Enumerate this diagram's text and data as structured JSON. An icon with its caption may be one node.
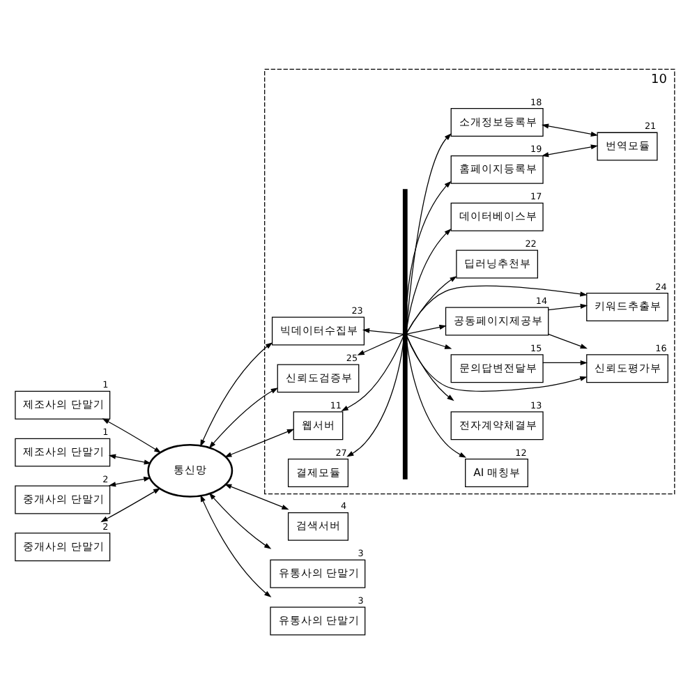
{
  "diagram": {
    "nodes": [
      {
        "text": [
          "10"
        ]
      },
      {
        "text": [
          "제조사의 단말기"
        ],
        "beside": [
          "1"
        ]
      },
      {
        "text": [
          "제조사의 단말기"
        ],
        "beside": [
          "1"
        ]
      },
      {
        "text": [
          "중개사의 단말기"
        ],
        "beside": [
          "2"
        ]
      },
      {
        "text": [
          "중개사의 단말기"
        ],
        "beside": [
          "2"
        ]
      },
      {
        "text": [
          "통신망"
        ]
      },
      {
        "text": [
          "검색서버"
        ],
        "beside": [
          "4"
        ]
      },
      {
        "text": [
          "유통사의 단말기"
        ],
        "beside": [
          "3"
        ]
      },
      {
        "text": [
          "유통사의 단말기"
        ],
        "beside": [
          "3"
        ]
      },
      {
        "text": [
          "웹서버"
        ],
        "beside": [
          "11"
        ],
        "in": 0
      },
      {
        "text": [
          "빅데이터수집부"
        ],
        "beside": [
          "23"
        ],
        "in": 0
      },
      {
        "text": [
          "신뢰도검증부"
        ],
        "beside": [
          "25"
        ],
        "in": 0
      },
      {
        "text": [
          "결제모듈"
        ],
        "beside": [
          "27"
        ],
        "in": 0
      },
      {
        "text": [],
        "shape": "bar",
        "in": 0
      },
      {
        "text": [
          "AI 매칭부"
        ],
        "beside": [
          "12"
        ],
        "in": 0
      },
      {
        "text": [
          "전자계약체결부"
        ],
        "beside": [
          "13"
        ],
        "in": 0
      },
      {
        "text": [
          "공동페이지제공부"
        ],
        "beside": [
          "14"
        ],
        "in": 0
      },
      {
        "text": [
          "문의답변전달부"
        ],
        "beside": [
          "15"
        ],
        "in": 0
      },
      {
        "text": [
          "소개정보등록부"
        ],
        "beside": [
          "18"
        ],
        "in": 0
      },
      {
        "text": [
          "홈페이지등록부"
        ],
        "beside": [
          "19"
        ],
        "in": 0
      },
      {
        "text": [
          "딥러닝추천부"
        ],
        "beside": [
          "22"
        ],
        "in": 0
      },
      {
        "text": [
          "데이터베이스부"
        ],
        "beside": [
          "17"
        ],
        "in": 0
      },
      {
        "text": [
          "키워드추출부"
        ],
        "beside": [
          "24"
        ],
        "in": 0
      },
      {
        "text": [
          "신뢰도평가부"
        ],
        "beside": [
          "16"
        ],
        "in": 0
      },
      {
        "text": [
          "번역모듈"
        ],
        "beside": [
          "21"
        ],
        "in": 0
      }
    ],
    "edges": [
      {
        "from": 1,
        "to": 5,
        "arrow": "both"
      },
      {
        "from": 2,
        "to": 5,
        "arrow": "both"
      },
      {
        "from": 3,
        "to": 5,
        "arrow": "both"
      },
      {
        "from": 4,
        "to": 5,
        "arrow": "both"
      },
      {
        "from": 5,
        "to": 6,
        "arrow": "both"
      },
      {
        "from": 5,
        "to": 7,
        "arrow": "both"
      },
      {
        "from": 5,
        "to": 8,
        "arrow": "both"
      },
      {
        "from": 5,
        "to": 9,
        "arrow": "both"
      },
      {
        "from": 5,
        "to": 10,
        "arrow": "both"
      },
      {
        "from": 5,
        "to": 11,
        "arrow": "both"
      },
      {
        "from": 13,
        "to": 9,
        "arrow": "to"
      },
      {
        "from": 13,
        "to": 10,
        "arrow": "to"
      },
      {
        "from": 13,
        "to": 11,
        "arrow": "to"
      },
      {
        "from": 13,
        "to": 12,
        "arrow": "to"
      },
      {
        "from": 13,
        "to": 14,
        "arrow": "to"
      },
      {
        "from": 13,
        "to": 15,
        "arrow": "to"
      },
      {
        "from": 13,
        "to": 16,
        "arrow": "to"
      },
      {
        "from": 13,
        "to": 17,
        "arrow": "to"
      },
      {
        "from": 13,
        "to": 18,
        "arrow": "to"
      },
      {
        "from": 13,
        "to": 19,
        "arrow": "to"
      },
      {
        "from": 13,
        "to": 20,
        "arrow": "to"
      },
      {
        "from": 13,
        "to": 21,
        "arrow": "to"
      },
      {
        "from": 13,
        "to": 22,
        "arrow": "to"
      },
      {
        "from": 13,
        "to": 23,
        "arrow": "to"
      },
      {
        "from": 16,
        "to": 22,
        "arrow": "to"
      },
      {
        "from": 16,
        "to": 23,
        "arrow": "to"
      },
      {
        "from": 17,
        "to": 23,
        "arrow": "to"
      },
      {
        "from": 18,
        "to": 24,
        "arrow": "both"
      },
      {
        "from": 19,
        "to": 24,
        "arrow": "both"
      }
    ]
  }
}
